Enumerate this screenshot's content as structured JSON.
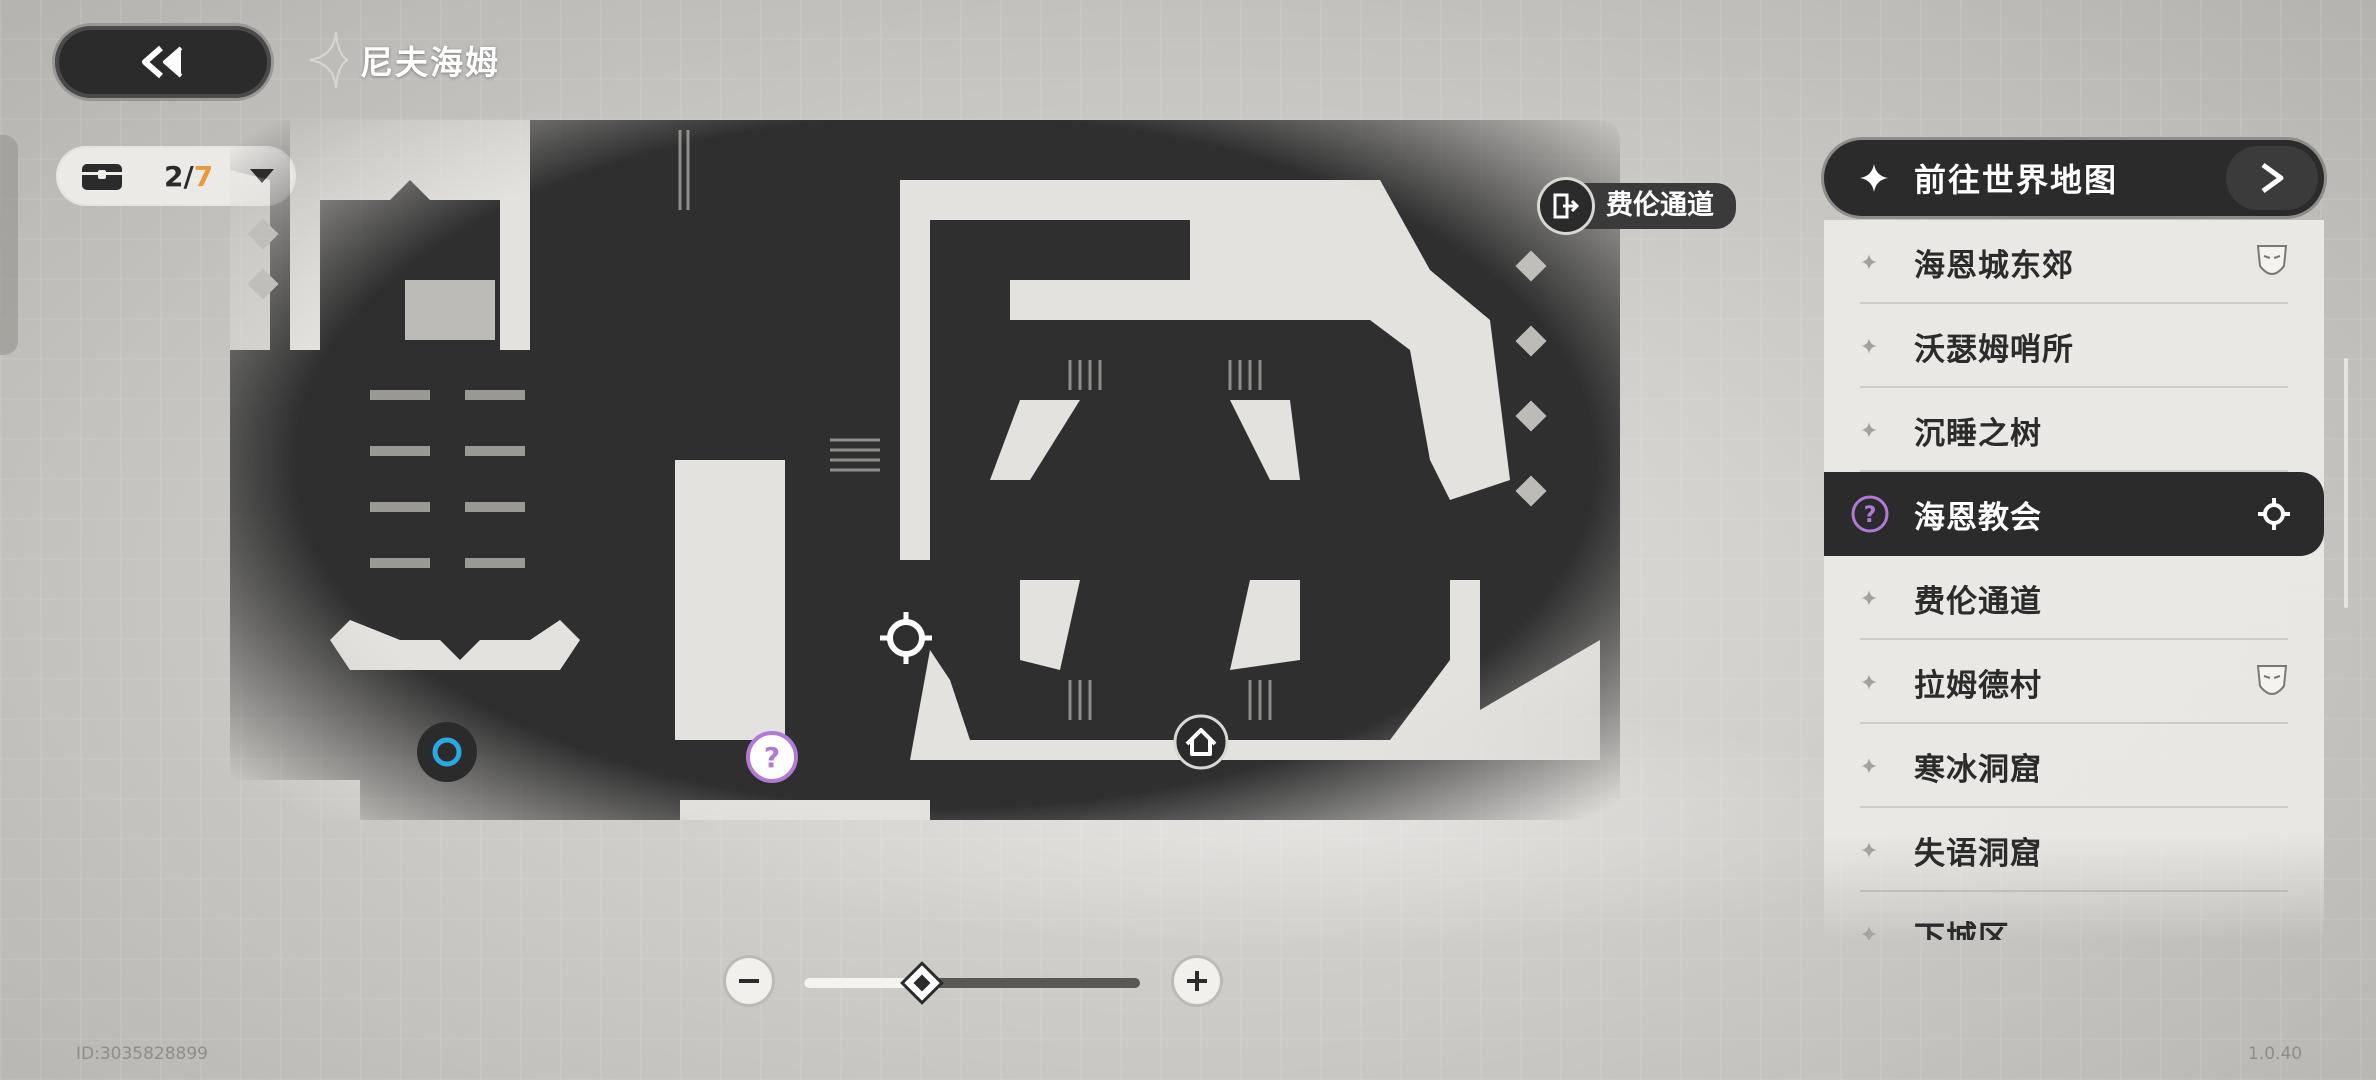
{
  "header": {
    "back_icon": "double-chevron-left-icon",
    "region_name": "尼夫海姆"
  },
  "chest_counter": {
    "found": "2",
    "separator": "/",
    "total": "7",
    "total_color": "#e89a3c"
  },
  "map": {
    "location_pin": {
      "icon": "exit-door-icon",
      "label": "费伦通道"
    }
  },
  "panel": {
    "world_map_label": "前往世界地图",
    "items": [
      {
        "name": "海恩城东郊",
        "icon": "mask-icon"
      },
      {
        "name": "沃瑟姆哨所",
        "icon": ""
      },
      {
        "name": "沉睡之树",
        "icon": ""
      },
      {
        "name": "海恩教会",
        "icon": "target-icon",
        "active": true
      },
      {
        "name": "费伦通道",
        "icon": ""
      },
      {
        "name": "拉姆德村",
        "icon": "mask-icon"
      },
      {
        "name": "寒冰洞窟",
        "icon": ""
      },
      {
        "name": "失语洞窟",
        "icon": ""
      },
      {
        "name": "下城区",
        "icon": ""
      }
    ]
  },
  "zoom": {
    "level": 0.35
  },
  "footer": {
    "user_id": "ID:3035828899",
    "version": "1.0.40"
  },
  "colors": {
    "dark": "#2b2b2b",
    "accent_purple": "#b07ad6",
    "accent_blue": "#2aa8e0"
  }
}
